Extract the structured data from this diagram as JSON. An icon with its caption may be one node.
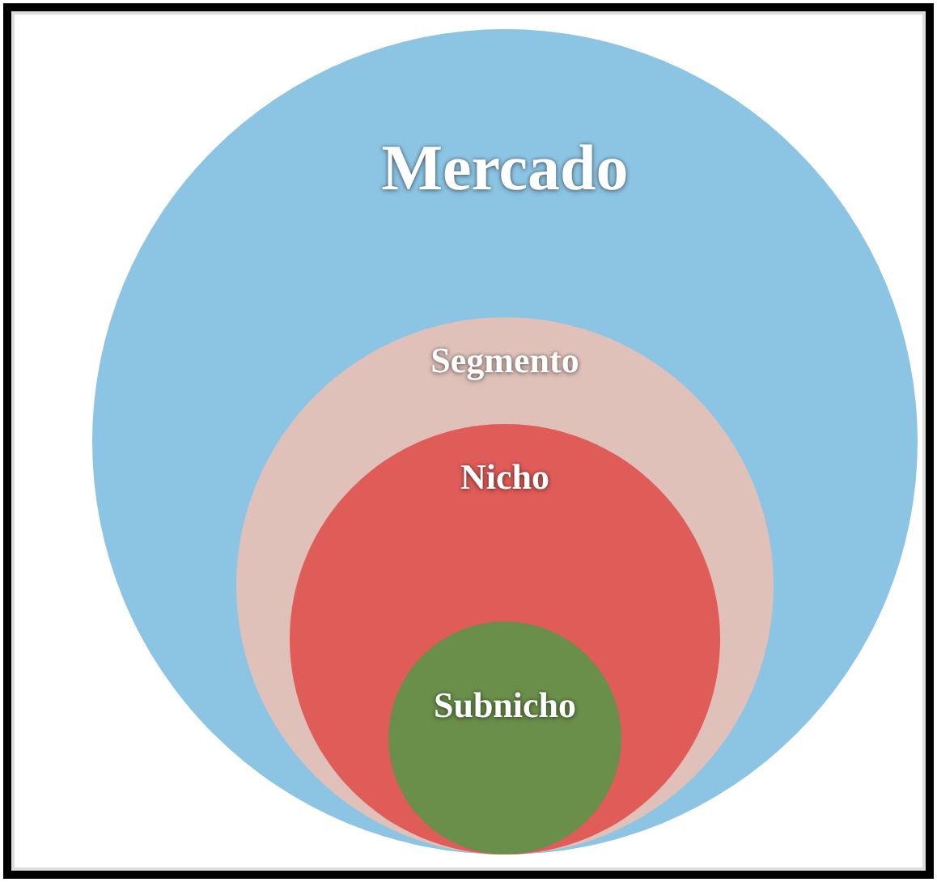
{
  "diagram": {
    "nodes": [
      {
        "text": [
          "Mercado"
        ]
      },
      {
        "text": [
          "Segmento"
        ],
        "in": 0
      },
      {
        "text": [
          "Nicho"
        ],
        "in": 1
      },
      {
        "text": [
          "Subnicho"
        ],
        "in": 2
      }
    ]
  }
}
